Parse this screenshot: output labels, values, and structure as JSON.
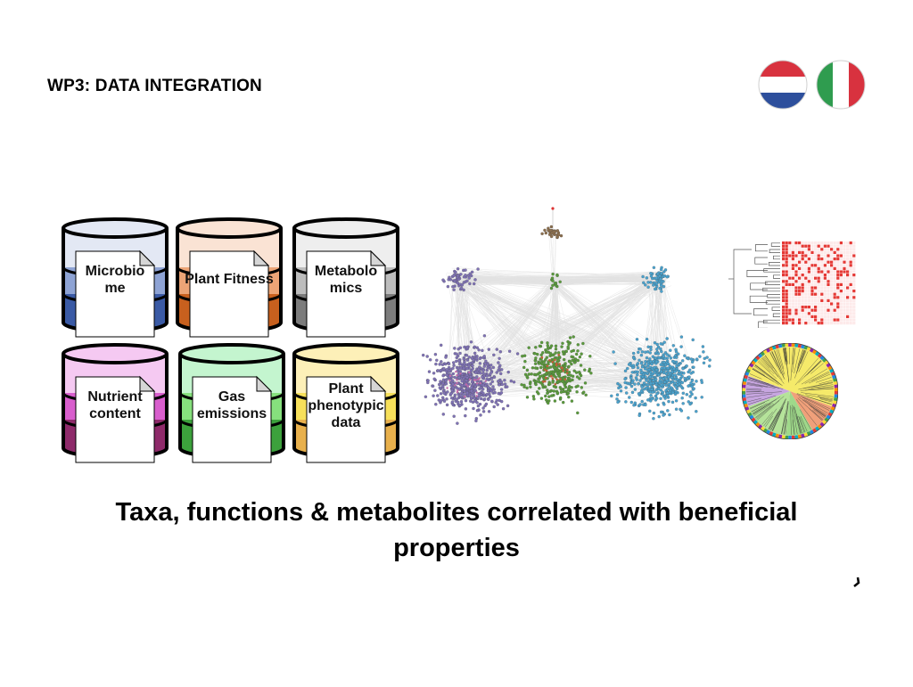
{
  "slide": {
    "title": "WP3: DATA INTEGRATION",
    "headline_line1": "Taxa, functions & metabolites correlated with beneficial",
    "headline_line2": "properties"
  },
  "flags": [
    {
      "country": "Netherlands",
      "colors": [
        "#c8102e",
        "#ffffff",
        "#21468b"
      ]
    },
    {
      "country": "Italy",
      "colors": [
        "#009246",
        "#ffffff",
        "#ce2b37"
      ]
    }
  ],
  "databases": [
    {
      "lines": [
        "Microbio",
        "me"
      ],
      "colors": {
        "top": "#e3e8f4",
        "mid": "#8ea3d4",
        "bot": "#3a5aa5"
      }
    },
    {
      "lines": [
        "Plant Fitness"
      ],
      "colors": {
        "top": "#fae3d4",
        "mid": "#eca476",
        "bot": "#c8601e"
      }
    },
    {
      "lines": [
        "Metabolo",
        "mics"
      ],
      "colors": {
        "top": "#eeeeee",
        "mid": "#bdbdbd",
        "bot": "#7c7c7c"
      }
    },
    {
      "lines": [
        "Nutrient",
        "content"
      ],
      "colors": {
        "top": "#f5c9f2",
        "mid": "#d85ecd",
        "bot": "#8e2a6a"
      }
    },
    {
      "lines": [
        "Gas",
        "emissions"
      ],
      "colors": {
        "top": "#c4f5cf",
        "mid": "#86e07d",
        "bot": "#3ca13c"
      }
    },
    {
      "lines": [
        "Plant",
        "phenotypic",
        "data"
      ],
      "colors": {
        "top": "#fdf0b8",
        "mid": "#f7e05a",
        "bot": "#e8b04c"
      }
    }
  ],
  "network_clusters": [
    {
      "color": "#7f72b5",
      "role": "large"
    },
    {
      "color": "#5a9b3c",
      "role": "large"
    },
    {
      "color": "#4aa3cf",
      "role": "large"
    },
    {
      "color": "#8c6f4e",
      "role": "small"
    }
  ]
}
